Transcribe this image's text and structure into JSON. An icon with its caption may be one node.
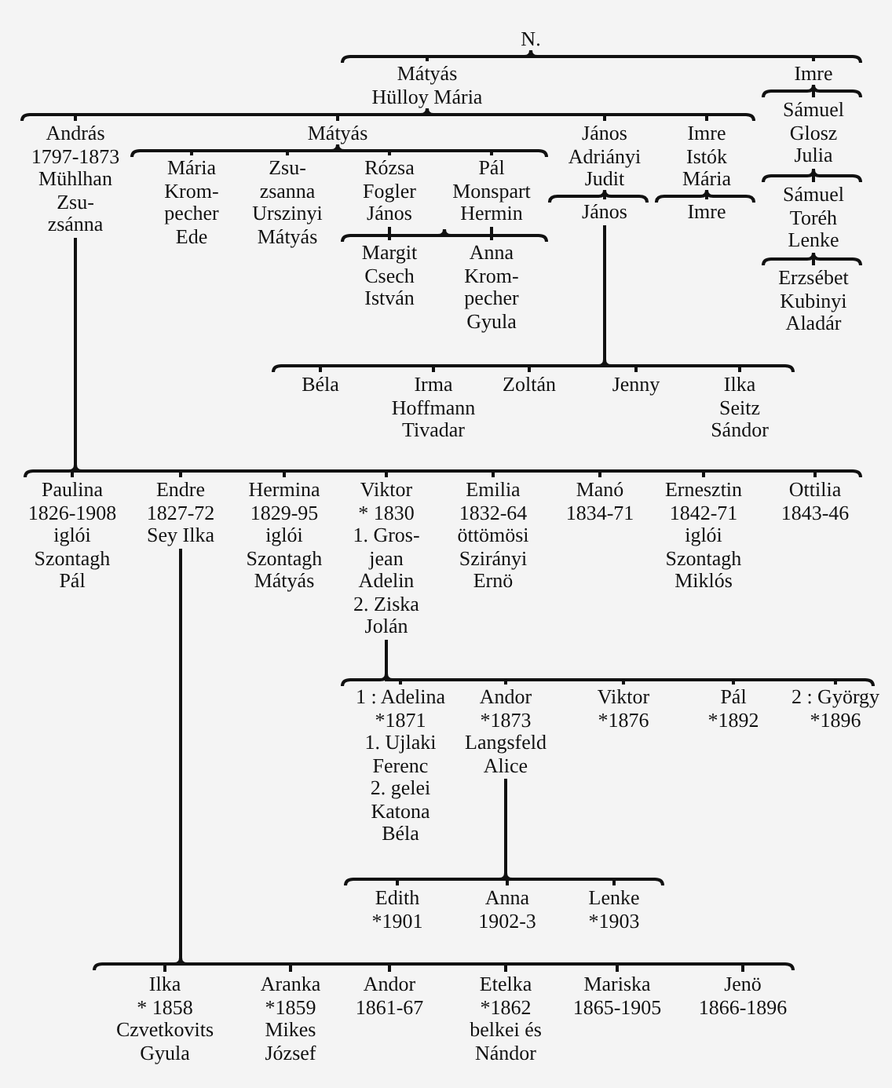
{
  "diagram": {
    "nodes": [
      {
        "text": [
          "N."
        ]
      },
      {
        "text": [
          "Mátyás Hülloy Mária"
        ]
      },
      {
        "text": [
          "Imre"
        ]
      },
      {
        "text": [
          "András 1797-1873 Mühlhan Zsu- zsánna"
        ]
      },
      {
        "text": [
          "Mátyás"
        ]
      },
      {
        "text": [
          "Mária Krom- pecher Ede"
        ]
      },
      {
        "text": [
          "Zsu- zsanna Urszinyi Mátyás"
        ]
      },
      {
        "text": [
          "Rózsa Fogler János"
        ]
      },
      {
        "text": [
          "Pál Monspart Hermin"
        ]
      },
      {
        "text": [
          "Margit Csech István"
        ]
      },
      {
        "text": [
          "Anna Krom- pecher Gyula"
        ]
      },
      {
        "text": [
          "János Adriányi Judit"
        ]
      },
      {
        "text": [
          "Imre Istók Mária"
        ]
      },
      {
        "text": [
          "János"
        ]
      },
      {
        "text": [
          "Imre"
        ]
      },
      {
        "text": [
          "Sámuel Glosz Julia"
        ]
      },
      {
        "text": [
          "Sámuel Toréh Lenke"
        ]
      },
      {
        "text": [
          "Erzsébet Kubinyi Aladár"
        ]
      },
      {
        "text": [
          "Béla"
        ]
      },
      {
        "text": [
          "Irma Hoffmann Tivadar"
        ]
      },
      {
        "text": [
          "Zoltán"
        ]
      },
      {
        "text": [
          "Jenny"
        ]
      },
      {
        "text": [
          "Ilka Seitz Sándor"
        ]
      },
      {
        "text": [
          "Paulina 1826-1908 iglói Szontagh Pál"
        ]
      },
      {
        "text": [
          "Endre 1827-72 Sey Ilka"
        ]
      },
      {
        "text": [
          "Hermina 1829-95 iglói Szontagh Mátyás"
        ]
      },
      {
        "text": [
          "Viktor * 1830 1. Gros- jean Adelin 2. Ziska Jolán"
        ]
      },
      {
        "text": [
          "Emilia 1832-64 öttömösi Szirányi Ernö"
        ]
      },
      {
        "text": [
          "Manó 1834-71"
        ]
      },
      {
        "text": [
          "Ernesztin 1842-71 iglói Szontagh Miklós"
        ]
      },
      {
        "text": [
          "Ottilia 1843-46"
        ]
      },
      {
        "text": [
          "1 : Adelina *1871 1. Ujlaki Ferenc 2. gelei Katona Béla"
        ]
      },
      {
        "text": [
          "Andor *1873 Langsfeld Alice"
        ]
      },
      {
        "text": [
          "Viktor *1876"
        ]
      },
      {
        "text": [
          "Pál *1892"
        ]
      },
      {
        "text": [
          "2 : György *1896"
        ]
      },
      {
        "text": [
          "Edith *1901"
        ]
      },
      {
        "text": [
          "Anna 1902-3"
        ]
      },
      {
        "text": [
          "Lenke *1903"
        ]
      },
      {
        "text": [
          "Ilka * 1858 Czvetkovits Gyula"
        ]
      },
      {
        "text": [
          "Aranka *1859 Mikes József"
        ]
      },
      {
        "text": [
          "Andor 1861-67"
        ]
      },
      {
        "text": [
          "Etelka *1862 belkei és Nándor"
        ]
      },
      {
        "text": [
          "Mariska 1865-1905"
        ]
      },
      {
        "text": [
          "Jenö 1866-1896"
        ]
      }
    ],
    "edges": [
      {
        "from": 0,
        "to": 1,
        "arrow": "none"
      },
      {
        "from": 0,
        "to": 2,
        "arrow": "none"
      },
      {
        "from": 1,
        "to": 3,
        "arrow": "none"
      },
      {
        "from": 1,
        "to": 4,
        "arrow": "none"
      },
      {
        "from": 1,
        "to": 11,
        "arrow": "none"
      },
      {
        "from": 1,
        "to": 12,
        "arrow": "none"
      },
      {
        "from": 4,
        "to": 5,
        "arrow": "none"
      },
      {
        "from": 4,
        "to": 6,
        "arrow": "none"
      },
      {
        "from": 4,
        "to": 7,
        "arrow": "none"
      },
      {
        "from": 4,
        "to": 8,
        "arrow": "none"
      },
      {
        "from": 7,
        "to": 9,
        "arrow": "none"
      },
      {
        "from": 7,
        "to": 10,
        "arrow": "none"
      },
      {
        "from": 8,
        "to": 9,
        "arrow": "none"
      },
      {
        "from": 8,
        "to": 10,
        "arrow": "none"
      },
      {
        "from": 11,
        "to": 13,
        "arrow": "none"
      },
      {
        "from": 12,
        "to": 14,
        "arrow": "none"
      },
      {
        "from": 2,
        "to": 15,
        "arrow": "none"
      },
      {
        "from": 15,
        "to": 16,
        "arrow": "none"
      },
      {
        "from": 16,
        "to": 17,
        "arrow": "none"
      },
      {
        "from": 13,
        "to": 18,
        "arrow": "none"
      },
      {
        "from": 13,
        "to": 19,
        "arrow": "none"
      },
      {
        "from": 13,
        "to": 20,
        "arrow": "none"
      },
      {
        "from": 13,
        "to": 21,
        "arrow": "none"
      },
      {
        "from": 13,
        "to": 22,
        "arrow": "none"
      },
      {
        "from": 3,
        "to": 23,
        "arrow": "none"
      },
      {
        "from": 3,
        "to": 24,
        "arrow": "none"
      },
      {
        "from": 3,
        "to": 25,
        "arrow": "none"
      },
      {
        "from": 3,
        "to": 26,
        "arrow": "none"
      },
      {
        "from": 3,
        "to": 27,
        "arrow": "none"
      },
      {
        "from": 3,
        "to": 28,
        "arrow": "none"
      },
      {
        "from": 3,
        "to": 29,
        "arrow": "none"
      },
      {
        "from": 3,
        "to": 30,
        "arrow": "none"
      },
      {
        "from": 26,
        "to": 31,
        "arrow": "none"
      },
      {
        "from": 26,
        "to": 32,
        "arrow": "none"
      },
      {
        "from": 26,
        "to": 33,
        "arrow": "none"
      },
      {
        "from": 26,
        "to": 34,
        "arrow": "none"
      },
      {
        "from": 26,
        "to": 35,
        "arrow": "none"
      },
      {
        "from": 32,
        "to": 36,
        "arrow": "none"
      },
      {
        "from": 32,
        "to": 37,
        "arrow": "none"
      },
      {
        "from": 32,
        "to": 38,
        "arrow": "none"
      },
      {
        "from": 24,
        "to": 39,
        "arrow": "none"
      },
      {
        "from": 24,
        "to": 40,
        "arrow": "none"
      },
      {
        "from": 24,
        "to": 41,
        "arrow": "none"
      },
      {
        "from": 24,
        "to": 42,
        "arrow": "none"
      },
      {
        "from": 24,
        "to": 43,
        "arrow": "none"
      },
      {
        "from": 24,
        "to": 44,
        "arrow": "none"
      }
    ]
  }
}
